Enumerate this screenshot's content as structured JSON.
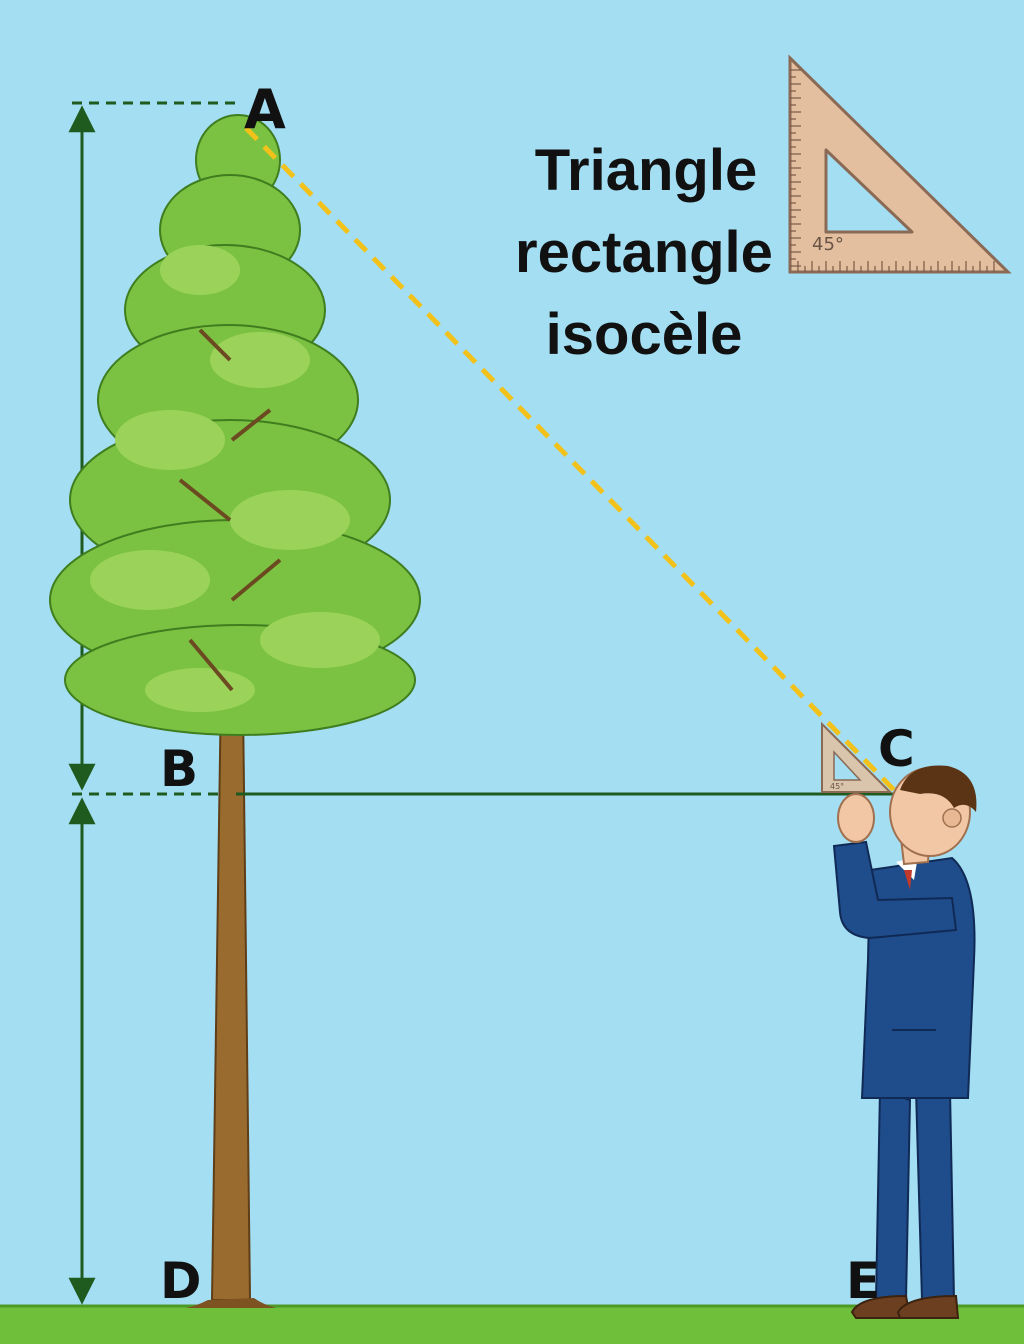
{
  "labels": {
    "a": "A",
    "b": "B",
    "c": "C",
    "d": "D",
    "e": "E"
  },
  "title": {
    "line1": "Triangle",
    "line2": "rectangle",
    "line3": "isocèle"
  },
  "set_square": {
    "angle_label": "45°"
  },
  "small_set_square": {
    "angle_label": "45°"
  },
  "colors": {
    "sky": "#a3def3",
    "ground": "#6fbf3a",
    "measure_line": "#1f5a1f",
    "sight_line": "#f2c21b",
    "foliage": "#7cc242",
    "trunk": "#9a6b2f",
    "suit": "#1f4c8a",
    "set_square": "#e3bf9f"
  }
}
